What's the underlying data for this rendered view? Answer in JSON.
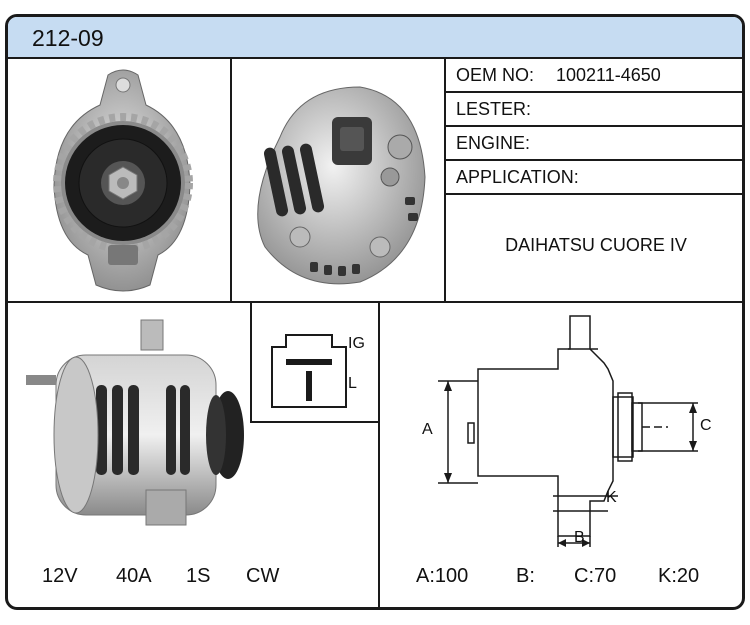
{
  "part_number": "212-09",
  "specs": {
    "oem_label": "OEM NO:",
    "oem_value": "100211-4650",
    "lester_label": "LESTER:",
    "lester_value": "",
    "engine_label": "ENGINE:",
    "engine_value": "",
    "application_label": "APPLICATION:",
    "application_value": "DAIHATSU CUORE IV"
  },
  "connector": {
    "ig_label": "IG",
    "l_label": "L"
  },
  "electrical": {
    "voltage": "12V",
    "amperage": "40A",
    "pulley": "1S",
    "rotation": "CW"
  },
  "dimensions": {
    "A_label": "A",
    "B_label": "B",
    "C_label": "C",
    "K_label": "K",
    "A": "A:100",
    "B": "B:",
    "C": "C:70",
    "K": "K:20"
  },
  "colors": {
    "header_bg": "#c6dcf2",
    "border": "#1a1a1a"
  }
}
